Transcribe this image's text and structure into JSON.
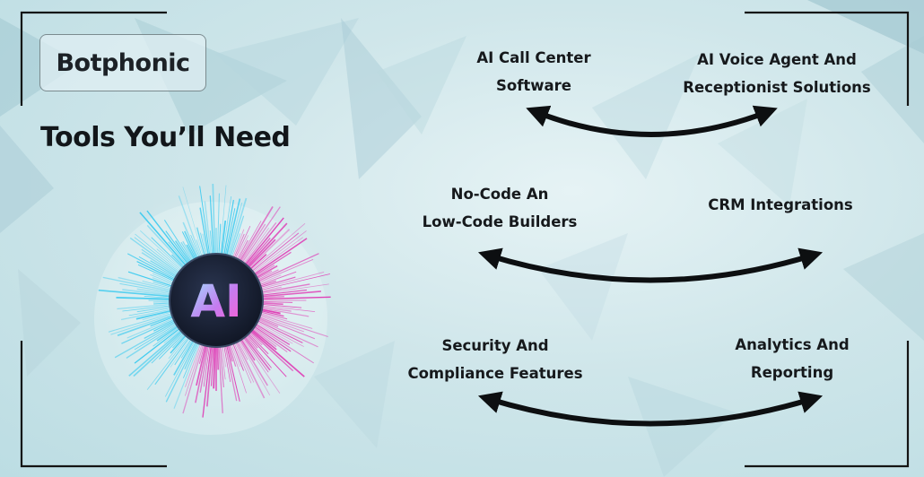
{
  "brand": {
    "name": "Botphonic"
  },
  "title": "Tools You’ll Need",
  "emblem": {
    "text": "AI"
  },
  "tools": [
    {
      "lines": [
        "AI Call Center",
        "Software"
      ]
    },
    {
      "lines": [
        "AI Voice Agent And",
        "Receptionist Solutions"
      ]
    },
    {
      "lines": [
        "No-Code An",
        "Low-Code Builders"
      ]
    },
    {
      "lines": [
        "CRM Integrations"
      ]
    },
    {
      "lines": [
        "Security And",
        "Compliance Features"
      ]
    },
    {
      "lines": [
        "Analytics And",
        "Reporting"
      ]
    }
  ],
  "colors": {
    "background": "#cfe6ea",
    "text": "#12161a",
    "arrow": "#0d0f11",
    "emblem_cyan": "#2ec8f0",
    "emblem_magenta": "#e02ab0"
  }
}
